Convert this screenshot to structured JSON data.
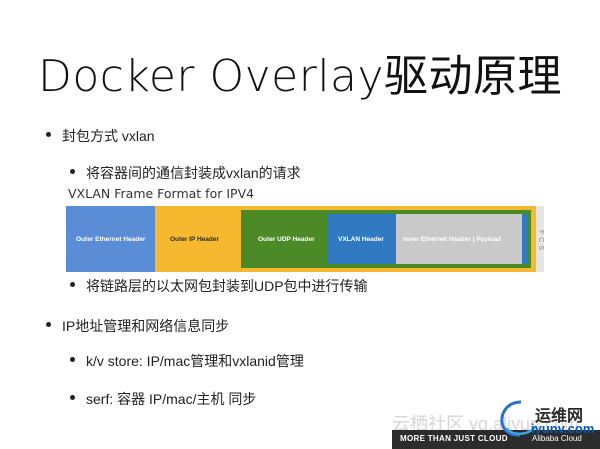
{
  "slide": {
    "title": "Docker Overlay驱动原理",
    "bullets": [
      {
        "level": 1,
        "text": "封包方式 vxlan"
      },
      {
        "level": 2,
        "text": "将容器间的通信封装成vxlan的请求"
      },
      {
        "level": 2,
        "text": "将链路层的以太网包封装到UDP包中进行传输"
      },
      {
        "level": 1,
        "text": "IP地址管理和网络信息同步"
      },
      {
        "level": 2,
        "text": "k/v store: IP/mac管理和vxlanid管理"
      },
      {
        "level": 2,
        "text": "serf: 容器 IP/mac/主机 同步"
      }
    ],
    "diagram": {
      "caption": "VXLAN Frame Format for IPV4",
      "segments": {
        "outer_ethernet": "Outer Ethernet Header",
        "outer_ip": "Outer IP Header",
        "outer_udp": "Outer UDP Header",
        "vxlan": "VXLAN Header",
        "inner": "Inner Ethernet Header  |  Payload",
        "fcs": "FCS"
      },
      "colors": {
        "outer_ethernet": "#5b8dd7",
        "outer_ip": "#f5b82e",
        "outer_udp": "#4c8a28",
        "vxlan": "#2f7ac0",
        "inner": "#c9c9c9",
        "fcs": "#e6e6e6"
      }
    }
  },
  "footer": {
    "slogan": "MORE THAN JUST CLOUD",
    "brand": "Alibaba Cloud",
    "watermark": "云栖社区 yq.aliyun.com",
    "logo_cn": "运维网",
    "logo_en": "iyunv.com"
  }
}
